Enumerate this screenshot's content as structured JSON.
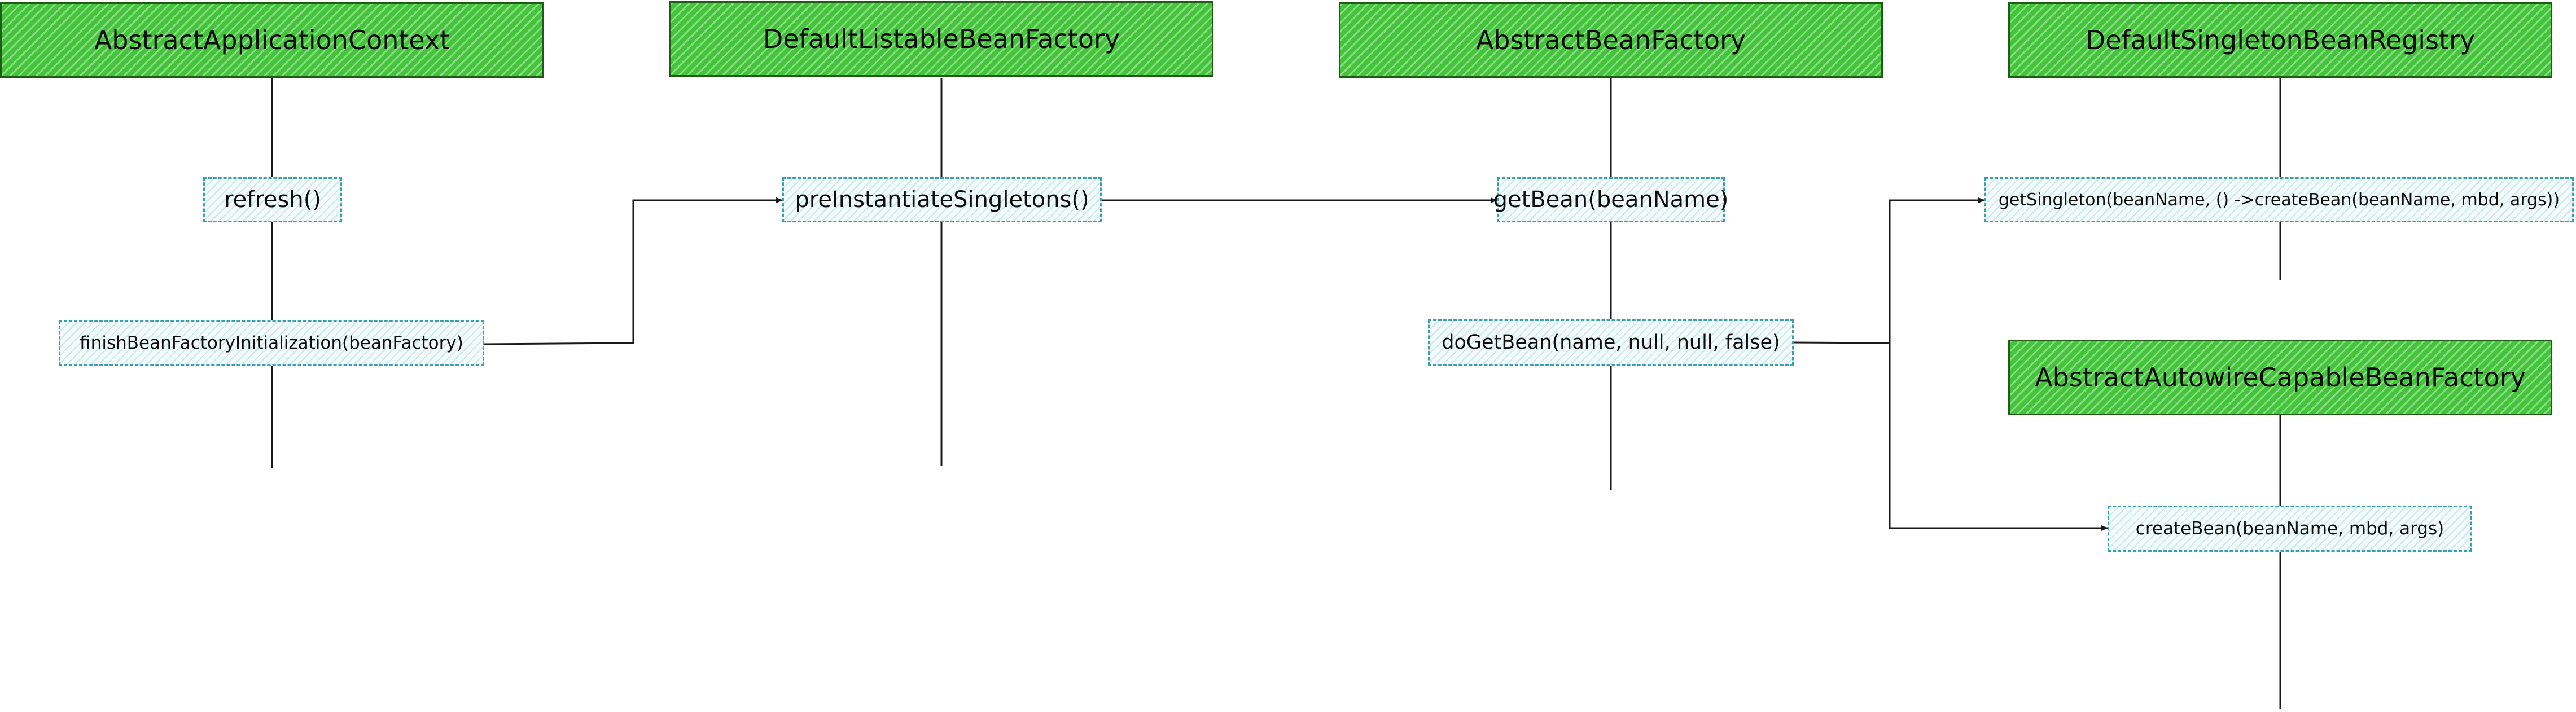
{
  "diagram": {
    "classes": {
      "abstract_application_context": "AbstractApplicationContext",
      "default_listable_bean_factory": "DefaultListableBeanFactory",
      "abstract_bean_factory": "AbstractBeanFactory",
      "default_singleton_bean_registry": "DefaultSingletonBeanRegistry",
      "abstract_autowire_capable_bean_factory": "AbstractAutowireCapableBeanFactory"
    },
    "methods": {
      "refresh": "refresh()",
      "finish_bean_factory_initialization": "finishBeanFactoryInitialization(beanFactory)",
      "pre_instantiate_singletons": "preInstantiateSingletons()",
      "get_bean": "getBean(beanName)",
      "do_get_bean": "doGetBean(name, null, null, false)",
      "get_singleton": "getSingleton(beanName, () ->createBean(beanName, mbd, args))",
      "create_bean": "createBean(beanName, mbd, args)"
    },
    "colors": {
      "class_fill": "#44c43a",
      "class_border": "#1f5d16",
      "method_border": "#3a9fad",
      "line": "#1a1a1a"
    }
  }
}
